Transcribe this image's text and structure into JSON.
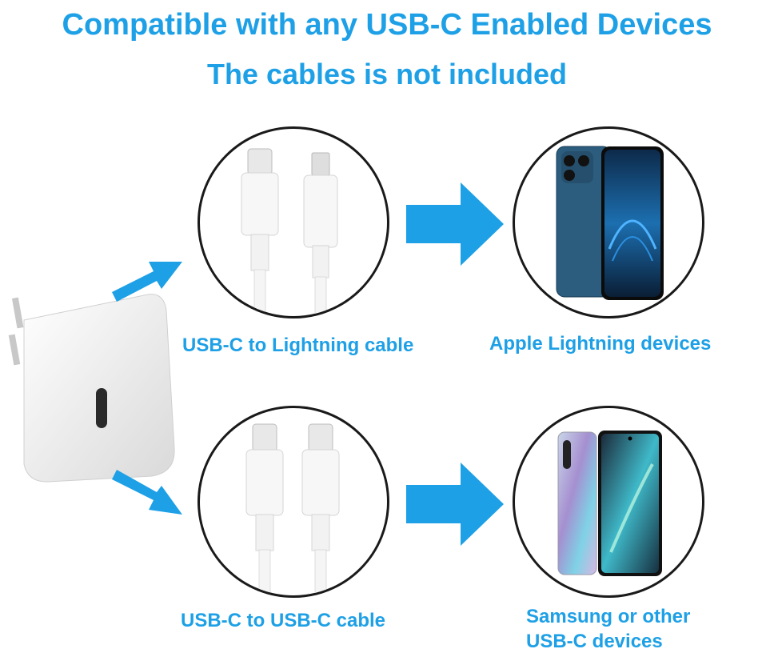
{
  "header": {
    "title": "Compatible with any USB-C Enabled Devices",
    "subtitle": "The cables is not included"
  },
  "labels": {
    "lightning_cable": "USB-C to Lightning cable",
    "apple_devices": "Apple Lightning devices",
    "usbc_cable": "USB-C to USB-C cable",
    "samsung_line1": "Samsung or other",
    "samsung_line2": "USB-C devices"
  },
  "colors": {
    "accent": "#1ea0e6",
    "circle_border": "#1a1a1a",
    "charger": "#f2f2f2"
  }
}
